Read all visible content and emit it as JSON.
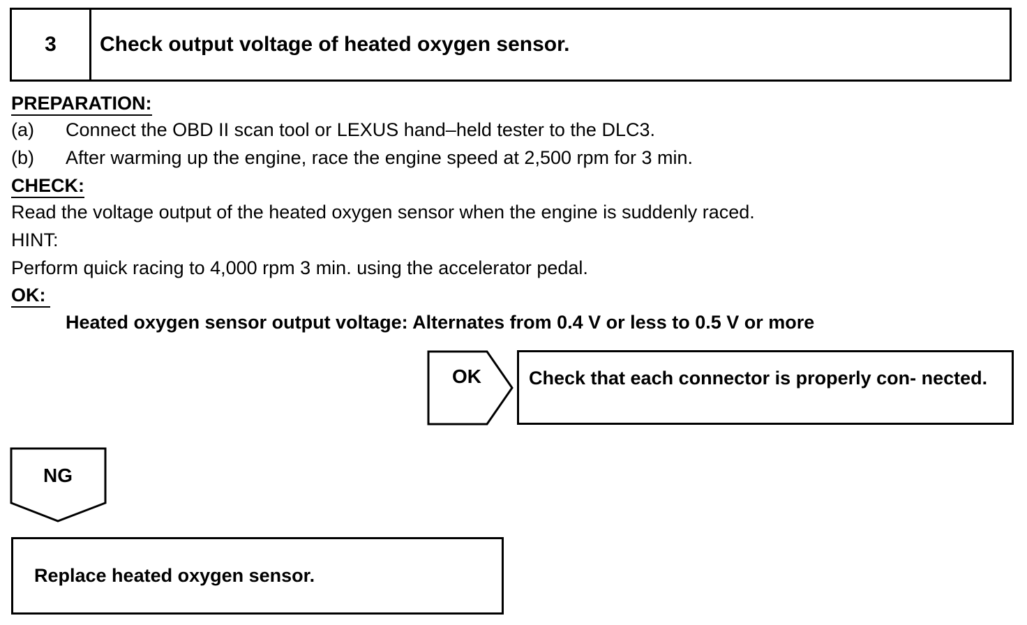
{
  "step": {
    "number": "3",
    "title": "Check output voltage of heated oxygen sensor."
  },
  "preparation": {
    "heading": "PREPARATION:",
    "items": [
      {
        "label": "(a)",
        "text": "Connect the OBD II scan tool or LEXUS hand–held tester to the DLC3."
      },
      {
        "label": "(b)",
        "text": "After warming up the engine, race the engine speed at 2,500 rpm for 3 min."
      }
    ]
  },
  "check": {
    "heading": "CHECK:",
    "text": "Read the voltage output of the heated oxygen sensor when the engine is suddenly raced.",
    "hint_label": "HINT:",
    "hint_text": "Perform quick racing to 4,000 rpm 3 min. using the accelerator pedal."
  },
  "ok": {
    "heading": "OK:",
    "spec": "Heated oxygen sensor output voltage: Alternates from 0.4 V or less to 0.5 V or more"
  },
  "flow": {
    "ok_label": "OK",
    "ok_result": "Check that each connector is properly con- nected.",
    "ng_label": "NG",
    "ng_result": "Replace heated oxygen sensor."
  }
}
